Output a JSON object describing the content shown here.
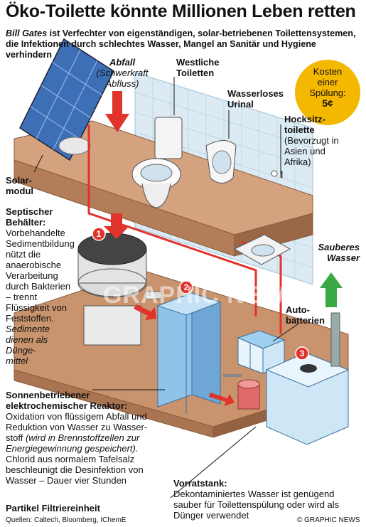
{
  "header": {
    "title": "Öko-Toilette könnte Millionen Leben retten",
    "subtitle_name": "Bill Gates",
    "subtitle_line1": " ist Verfechter von eigenständigen, solar-betriebenen Toilettensystemen,",
    "subtitle_line2": "die Infektionen durch schlechtes Wasser, Mangel an Sanitär und Hygiene verhindern"
  },
  "cost_badge": {
    "line1": "Kosten",
    "line2": "einer",
    "line3": "Spülung:",
    "price": "5¢"
  },
  "labels": {
    "abfall_title": "Abfall",
    "abfall_note1": "(Schwerkraft",
    "abfall_note2": "Abfluss)",
    "western_1": "Westliche",
    "western_2": "Toiletten",
    "urinal_1": "Wasserloses",
    "urinal_2": "Urinal",
    "squat_1": "Hocksitz-",
    "squat_2": "toilette",
    "squat_note1": "(Bevorzugt in",
    "squat_note2": "Asien und",
    "squat_note3": "Afrika)",
    "solar_1": "Solar-",
    "solar_2": "modul",
    "clean_1": "Sauberes",
    "clean_2": "Wasser",
    "battery_1": "Auto-",
    "battery_2": "batterien"
  },
  "septic": {
    "title1": "Septischer",
    "title2": "Behälter:",
    "lines": [
      "Vorbehandelte",
      "Sedimentbildung",
      "nützt die",
      "anaerobische",
      "Verarbeitung",
      "durch Bakterien",
      "– trennt",
      "Flüssigkeit von",
      "Feststoffen."
    ],
    "note": [
      "Sedimente",
      "dienen als",
      "Dünge-",
      "mittel"
    ]
  },
  "reactor": {
    "title1": "Sonnenbetriebener",
    "title2": "elektrochemischer Reaktor:",
    "line1": "Oxidation von flüssigem Abfall und",
    "line2": "Reduktion von Wasser zu Wasser-",
    "line3a": "stoff ",
    "line3b": "(wird in Brennstoffzellen zur",
    "line4": "Energiegewinnung gespeichert).",
    "line5": "Chlorid aus normalem Tafelsalz",
    "line6": "beschleunigt die Desinfektion von",
    "line7": "Wasser – Dauer vier Stunden"
  },
  "tank": {
    "title": "Vorratstank:",
    "line1": "Dekontaminiertes Wasser ist genügend",
    "line2": "sauber für Toilettenspülung oder wird als",
    "line3": "Dünger verwendet"
  },
  "filter_label": "Partikel Filtriereinheit",
  "sources": "Quellen: Caltech, Bloomberg, IChemE",
  "copyright": "© GRAPHIC NEWS",
  "watermark": "GRAPHIC NEWS",
  "steps": [
    "1",
    "2",
    "3"
  ],
  "colors": {
    "badge": "#f5b800",
    "arrow_red": "#e0332b",
    "arrow_green": "#3aa845",
    "platform": "#d4a27f",
    "tile": "#dbeaf3",
    "reactor": "#8fc3ea"
  }
}
